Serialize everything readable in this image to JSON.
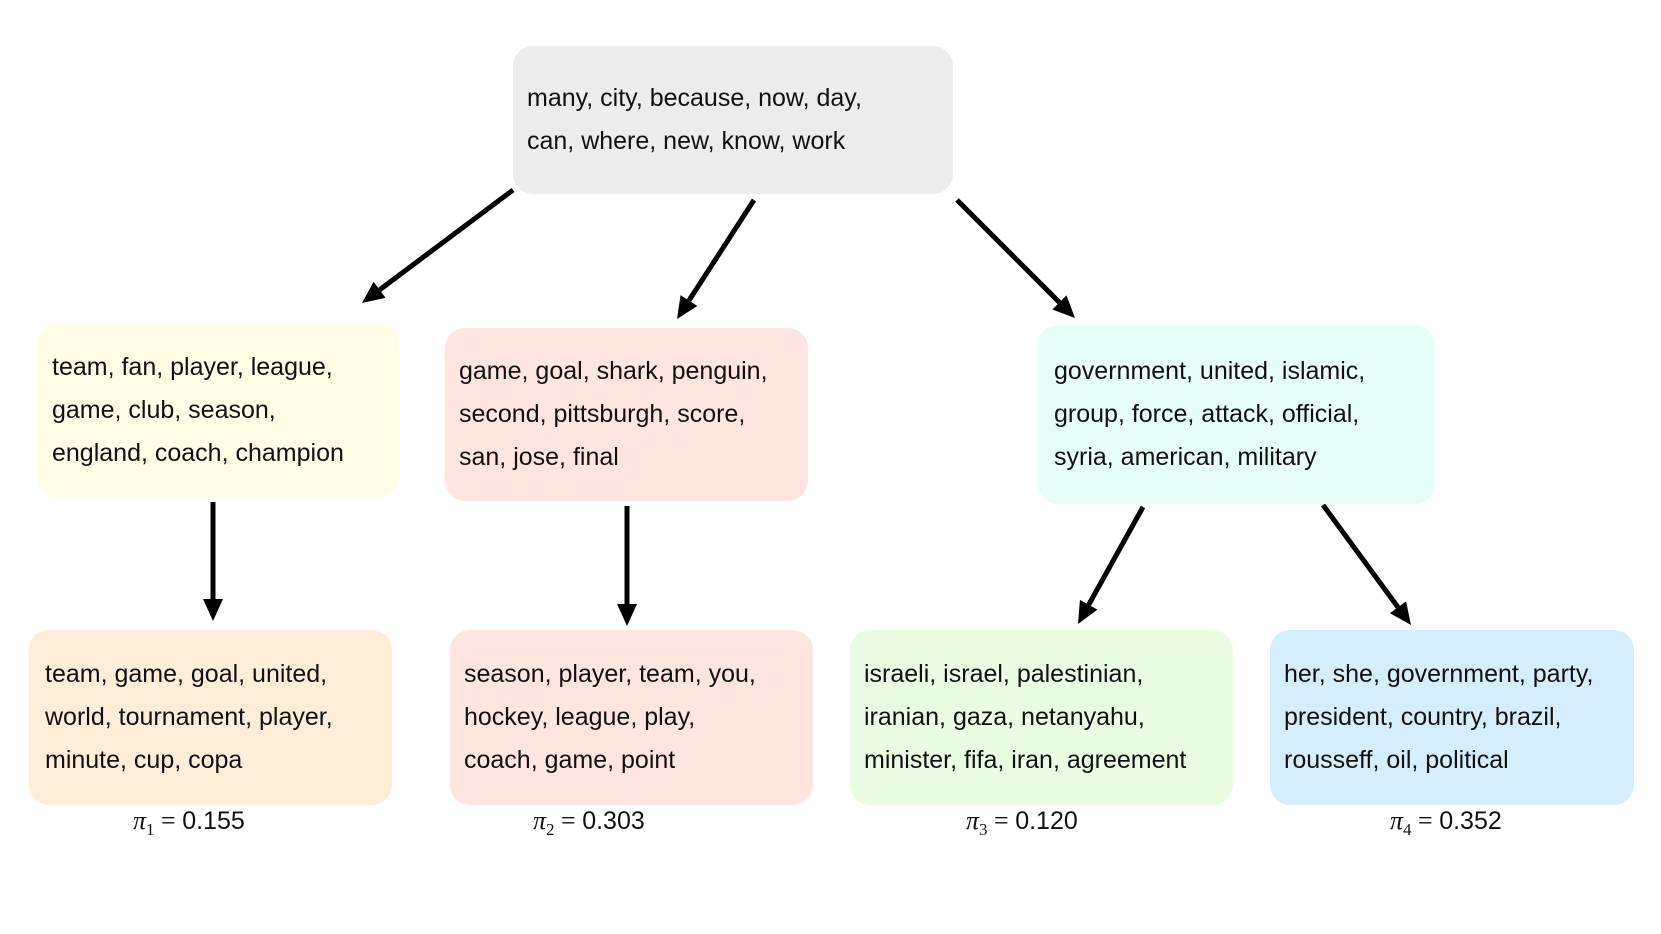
{
  "nodes": {
    "root": {
      "lines": [
        "many, city, because, now, day,",
        "can, where, new, know, work"
      ],
      "color": "#ececec"
    },
    "sports_general": {
      "lines": [
        "team, fan, player, league,",
        "game, club, season,",
        "england, coach, champion"
      ],
      "color": "#fffde6"
    },
    "hockey": {
      "lines": [
        "game, goal, shark, penguin,",
        "second, pittsburgh, score,",
        "san, jose, final"
      ],
      "color": "#ffe4e0"
    },
    "politics": {
      "lines": [
        "government, united, islamic,",
        "group, force, attack, official,",
        "syria, american, military"
      ],
      "color": "#e6fdf8"
    },
    "leaf1": {
      "lines": [
        "team, game, goal, united,",
        "world, tournament, player,",
        "minute, cup, copa"
      ],
      "color": "#ffedd8"
    },
    "leaf2": {
      "lines": [
        "season, player, team, you,",
        "hockey, league, play,",
        "coach, game, point"
      ],
      "color": "#ffe4e0"
    },
    "leaf3": {
      "lines": [
        "israeli, israel, palestinian,",
        "iranian, gaza, netanyahu,",
        "minister, fifa, iran, agreement"
      ],
      "color": "#eafde3"
    },
    "leaf4": {
      "lines": [
        "her, she, government, party,",
        "president, country, brazil,",
        "rousseff, oil, political"
      ],
      "color": "#d4eefd"
    }
  },
  "weights": [
    {
      "symbol": "π",
      "index": "1",
      "equals": "=",
      "value": "0.155"
    },
    {
      "symbol": "π",
      "index": "2",
      "equals": "=",
      "value": "0.303"
    },
    {
      "symbol": "π",
      "index": "3",
      "equals": "=",
      "value": "0.120"
    },
    {
      "symbol": "π",
      "index": "4",
      "equals": "=",
      "value": "0.352"
    }
  ],
  "edges": [
    {
      "from": "root",
      "to": "sports_general"
    },
    {
      "from": "root",
      "to": "hockey"
    },
    {
      "from": "root",
      "to": "politics"
    },
    {
      "from": "sports_general",
      "to": "leaf1"
    },
    {
      "from": "hockey",
      "to": "leaf2"
    },
    {
      "from": "politics",
      "to": "leaf3"
    },
    {
      "from": "politics",
      "to": "leaf4"
    }
  ]
}
